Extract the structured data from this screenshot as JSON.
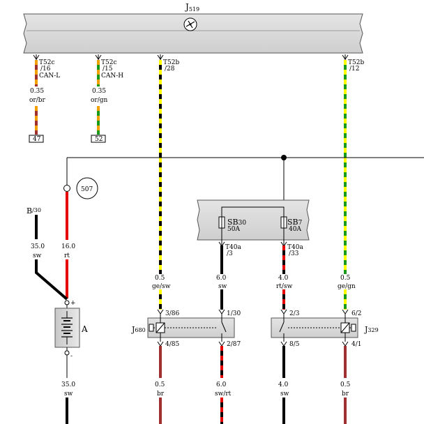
{
  "colors": {
    "black": "#000000",
    "red": "#e60000",
    "brown": "#a03030",
    "orange": "#f0a000",
    "green": "#1a9a1a",
    "yellow": "#ffff00",
    "module_fill": "#d9d9d9"
  },
  "control_unit": {
    "label": "J519",
    "label_main": "J",
    "label_sub": "519",
    "icon": "wiper-symbol-icon"
  },
  "connectors_top": [
    {
      "pin_a": "T52c",
      "pin_b": "/16",
      "signal": "CAN-L",
      "size": "0.35",
      "color": "or/br",
      "ref": "47"
    },
    {
      "pin_a": "T52c",
      "pin_b": "/15",
      "signal": "CAN-H",
      "size": "0.35",
      "color": "or/gn",
      "ref": "52"
    },
    {
      "pin_a": "T52b",
      "pin_b": "/28"
    },
    {
      "pin_a": "T52b",
      "pin_b": "/12"
    }
  ],
  "ground_ref": "507",
  "battery": {
    "label": "A",
    "plus": "+",
    "minus": "-",
    "term_b": "B",
    "term_b_sub": "/30",
    "wire_b_size": "35.0",
    "wire_b_color": "sw",
    "wire_red_size": "16.0",
    "wire_red_color": "rt",
    "wire_bottom_size": "35.0",
    "wire_bottom_color": "sw"
  },
  "fuse_box": {
    "fuse1_name": "SB",
    "fuse1_sub": "30",
    "fuse1_rating": "50A",
    "fuse2_name": "SB",
    "fuse2_sub": "7",
    "fuse2_rating": "40A",
    "out1_pin_a": "T40a",
    "out1_pin_b": "/3",
    "out2_pin_a": "T40a",
    "out2_pin_b": "/33"
  },
  "wires_mid": [
    {
      "size": "0.5",
      "color": "ge/sw"
    },
    {
      "size": "6.0",
      "color": "sw"
    },
    {
      "size": "4.0",
      "color": "rt/sw"
    },
    {
      "size": "0.5",
      "color": "ge/gn"
    }
  ],
  "relay_left": {
    "label_main": "J",
    "label_sub": "680",
    "pin_tl": "3/86",
    "pin_tr": "1/30",
    "pin_bl": "4/85",
    "pin_br": "2/87"
  },
  "relay_right": {
    "label_main": "J",
    "label_sub": "329",
    "pin_tl": "2/3",
    "pin_tr": "6/2",
    "pin_bl": "8/5",
    "pin_br": "4/1"
  },
  "wires_bottom": [
    {
      "size": "0.5",
      "color": "br"
    },
    {
      "size": "6.0",
      "color": "sw/rt"
    },
    {
      "size": "4.0",
      "color": "sw"
    },
    {
      "size": "0.5",
      "color": "br"
    }
  ]
}
